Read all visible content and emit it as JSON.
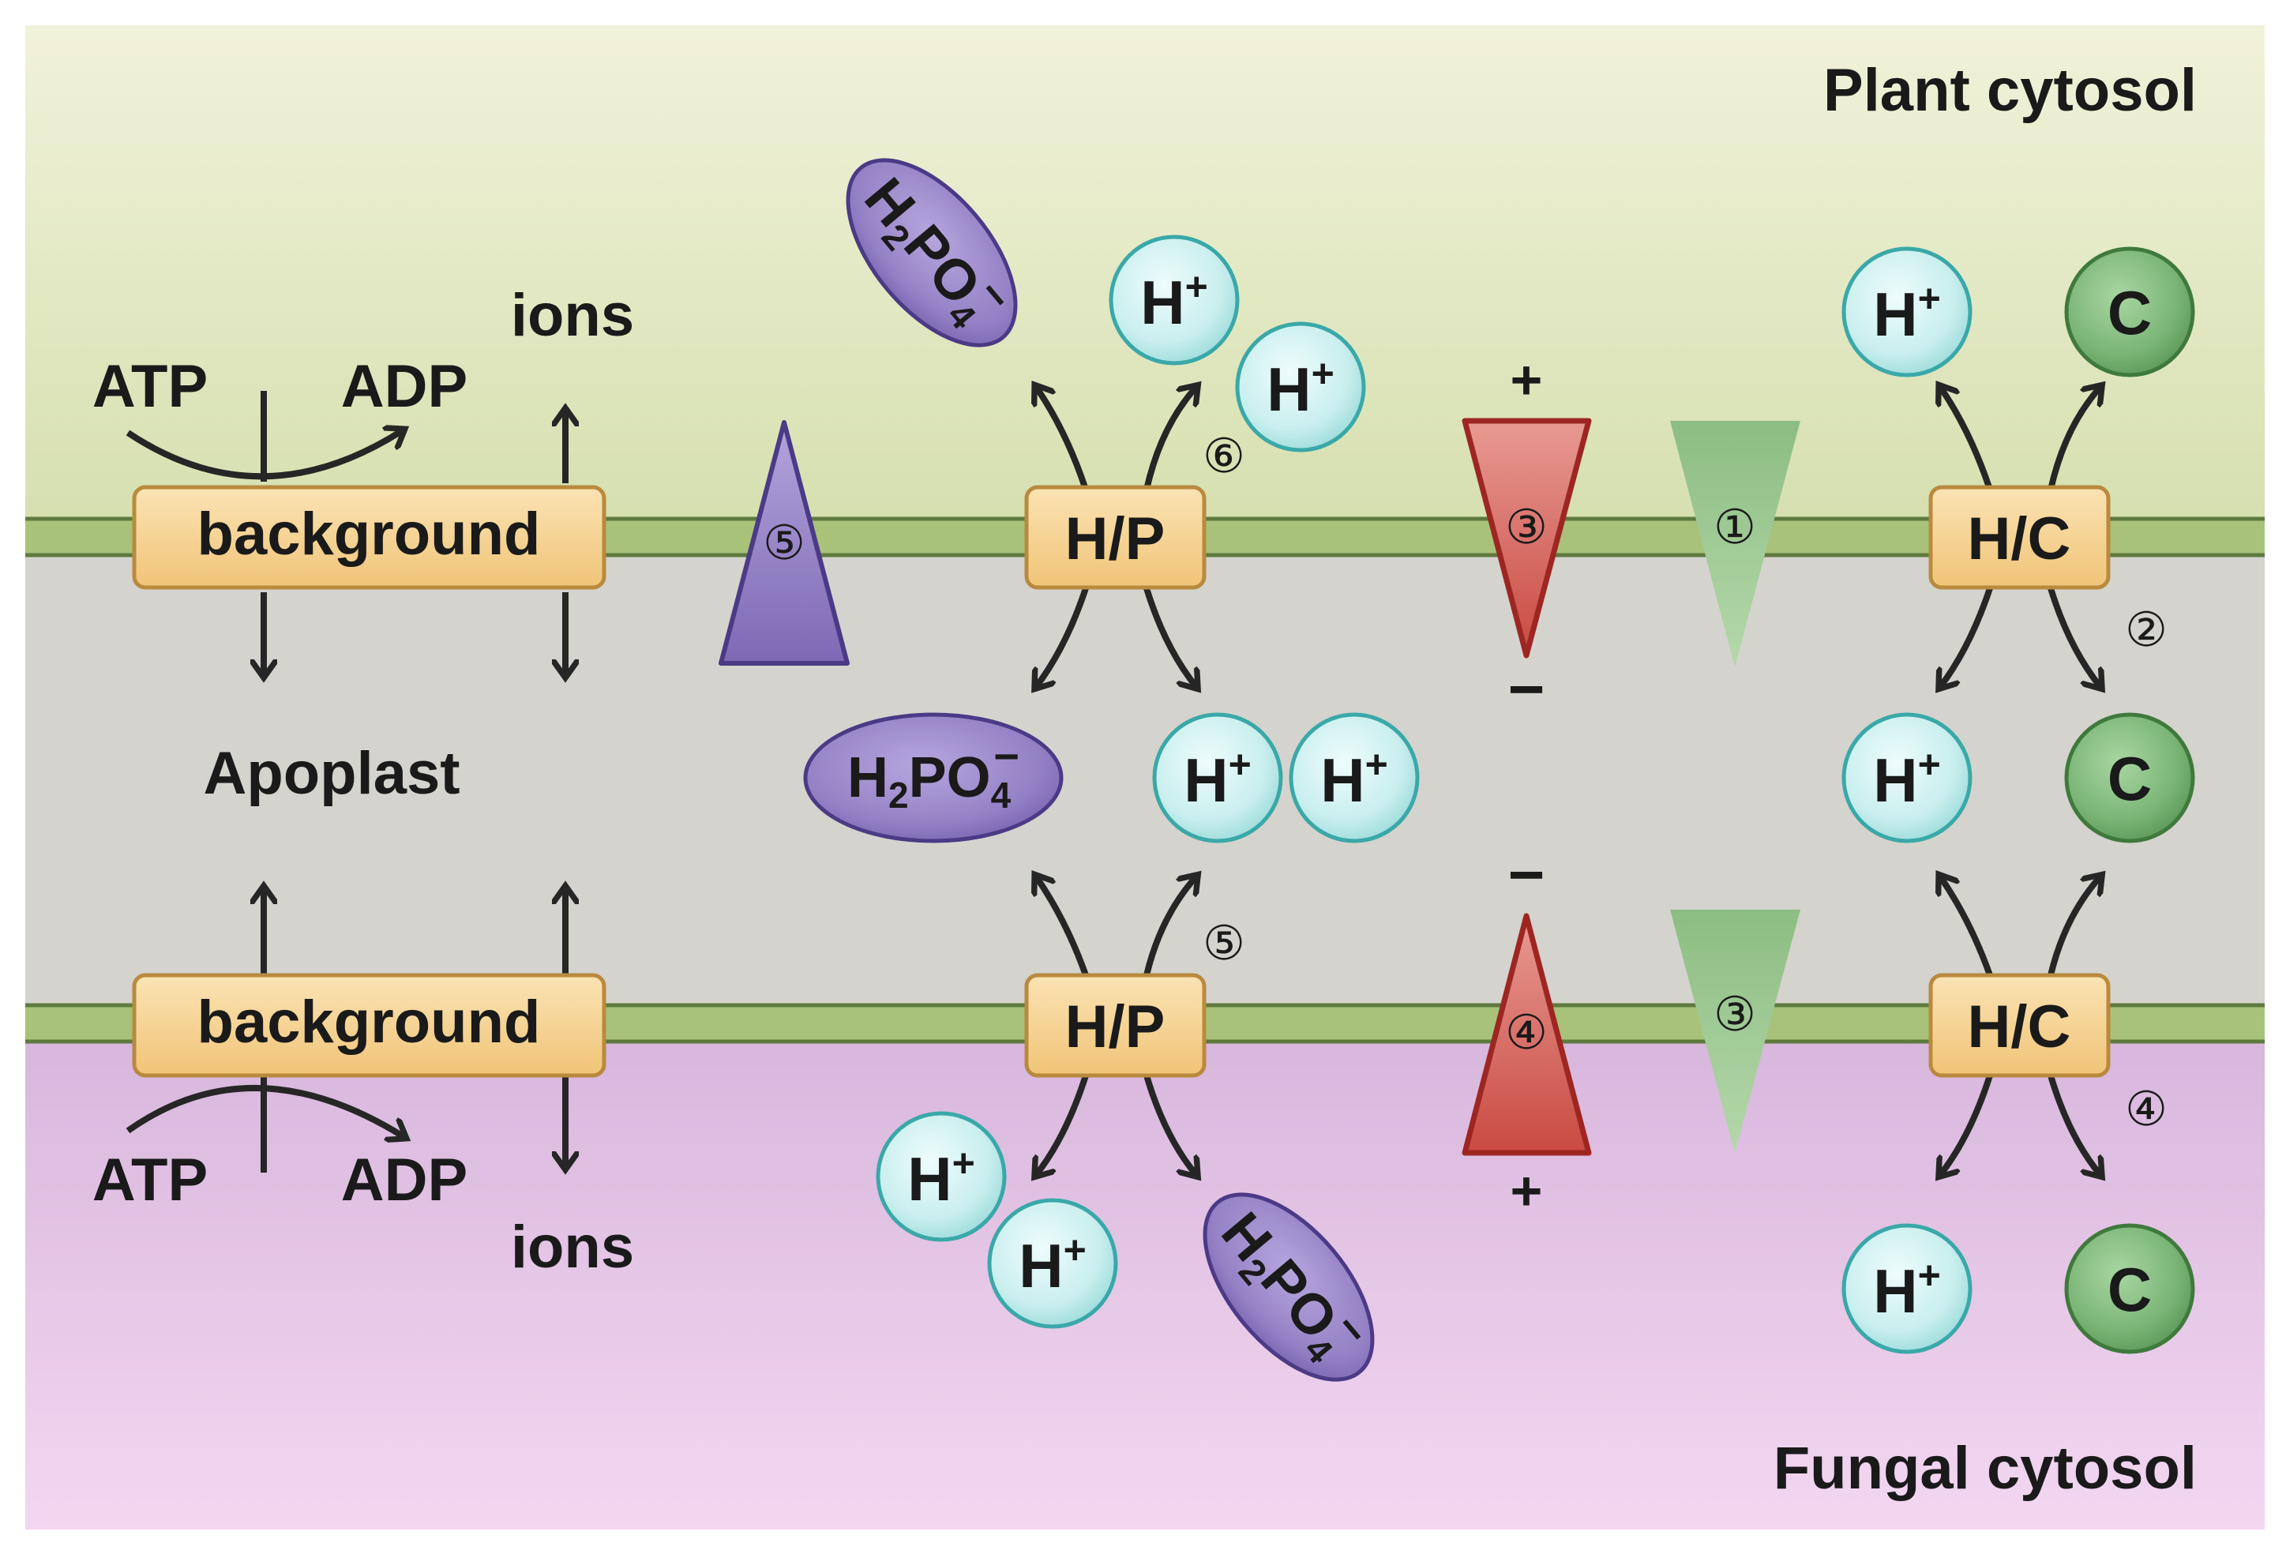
{
  "regions": {
    "plant_cytosol": "Plant cytosol",
    "apoplast": "Apoplast",
    "fungal_cytosol": "Fungal cytosol"
  },
  "pumps": {
    "label": "background",
    "atp": "ATP",
    "adp": "ADP",
    "ions": "ions"
  },
  "transporters": {
    "hp": "H/P",
    "hc": "H/C"
  },
  "molecules": {
    "h_plus": "H",
    "plus_sup": "+",
    "phosphate_h": "H",
    "phosphate_sub2": "2",
    "phosphate_po": "PO",
    "phosphate_sub4": "4",
    "phosphate_charge": "−",
    "carbon": "C"
  },
  "potential": {
    "plus": "+",
    "minus": "−"
  },
  "markers": {
    "one": "①",
    "two": "②",
    "three": "③",
    "four": "④",
    "five": "⑤",
    "six": "⑥"
  },
  "colors": {
    "plant_top": "#eef0d6",
    "plant_bottom": "#d6e0b0",
    "apoplast": "#d4d3cd",
    "fungal_top": "#d7b6dc",
    "fungal_bottom": "#f2d6f0",
    "membrane": "#a9c27a",
    "membrane_edge": "#5e7a3e",
    "transporter_fill": "#f6cf8c",
    "transporter_edge": "#b98a3e",
    "proton_fill": "#c7ecec",
    "proton_edge": "#3aa8a8",
    "carbon_fill": "#75b072",
    "carbon_edge": "#3f7a3c",
    "phosphate_fill": "#9580c4",
    "phosphate_edge": "#4b3a86",
    "channel_purple": "#8d7abf",
    "channel_red": "#d05a52",
    "channel_green": "#8cbd82",
    "arrow": "#262626"
  }
}
